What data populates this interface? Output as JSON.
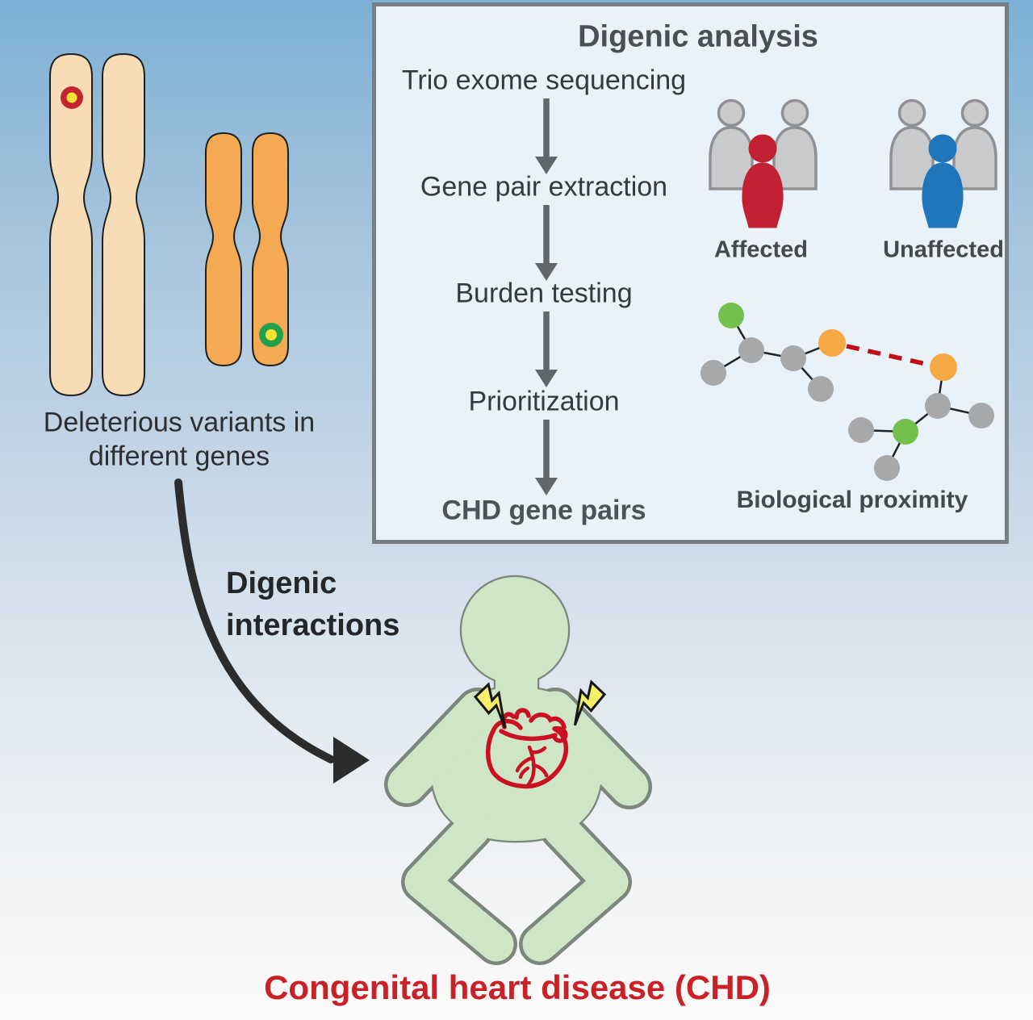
{
  "background": {
    "gradient_top": "#7db0d5",
    "gradient_bottom": "#fbfaf9"
  },
  "left_panel": {
    "caption_line1": "Deleterious variants in",
    "caption_line2": "different genes",
    "chromosome_pair1_color": "#f8dcb6",
    "chromosome_pair2_color": "#f3aa52",
    "variant_marker_red": "#c3242f",
    "variant_marker_green": "#22a04b",
    "variant_marker_center": "#f3e135"
  },
  "analysis_box": {
    "title": "Digenic analysis",
    "flow_steps": [
      "Trio exome sequencing",
      "Gene pair extraction",
      "Burden testing",
      "Prioritization",
      "CHD gene pairs"
    ],
    "trios": {
      "affected_label": "Affected",
      "unaffected_label": "Unaffected",
      "affected_color": "#c22134",
      "unaffected_color": "#2176bb",
      "parent_color": "#c9cacc"
    },
    "network": {
      "label": "Biological proximity",
      "node_gray": "#a6a8aa",
      "node_green": "#74c04c",
      "node_orange": "#f6a844",
      "dashed_link_color": "#c10b15"
    }
  },
  "middle": {
    "label_line1": "Digenic",
    "label_line2": "interactions"
  },
  "baby": {
    "body_color": "#cee5c6",
    "heart_color": "#cb1021",
    "bolt_color": "#f7ee67"
  },
  "footer": {
    "caption": "Congenital heart disease (CHD)",
    "color": "#c92127"
  }
}
